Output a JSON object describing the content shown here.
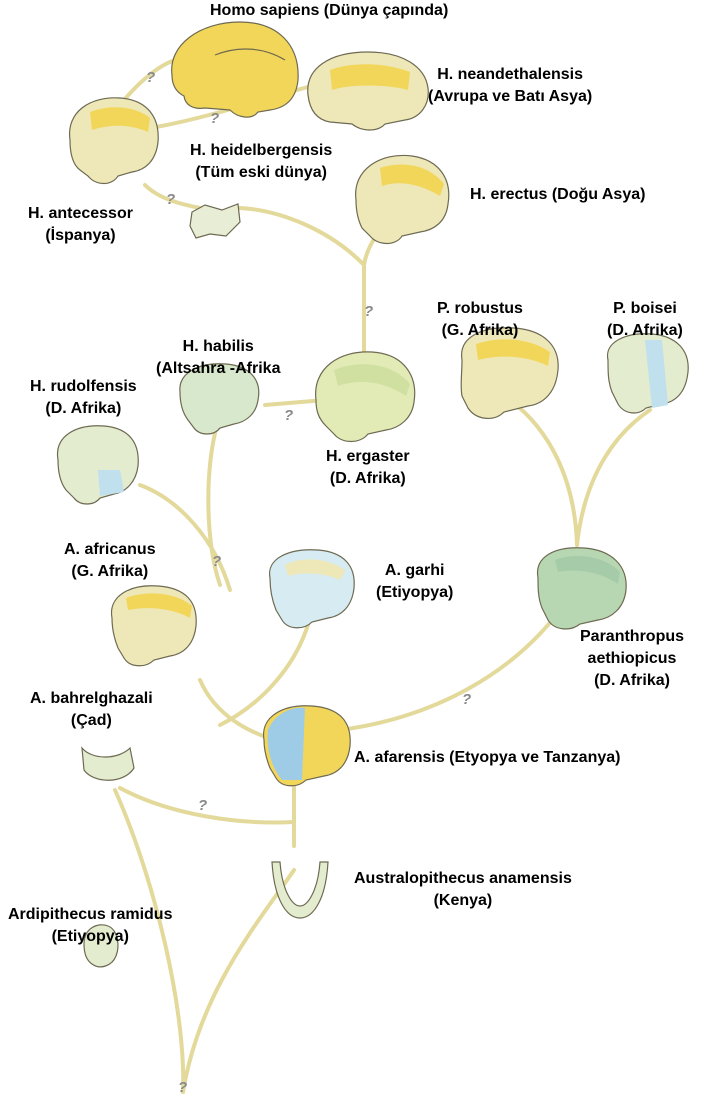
{
  "colors": {
    "branch": "#e3d99a",
    "skull_yellow": "#f2d65a",
    "skull_cream": "#eee8b8",
    "skull_blue": "#bfe0ec",
    "skull_green": "#b7d7b2",
    "outline": "#6e6a52"
  },
  "question_mark": "?",
  "species": {
    "homo_sapiens": {
      "line1": "Homo sapiens (Dünya çapında)"
    },
    "neanderthalensis": {
      "line1": "H. neandethalensis",
      "line2": "(Avrupa ve Batı Asya)"
    },
    "heidelbergensis": {
      "line1": "H. heidelbergensis",
      "line2": "(Tüm eski dünya)"
    },
    "antecessor": {
      "line1": "H. antecessor",
      "line2": "(İspanya)"
    },
    "erectus": {
      "line1": "H. erectus (Doğu Asya)"
    },
    "robustus": {
      "line1": "P. robustus",
      "line2": "(G. Afrika)"
    },
    "boisei": {
      "line1": "P. boisei",
      "line2": "(D. Afrika)"
    },
    "habilis": {
      "line1": "H. habilis",
      "line2": "(Altsahra -Afrika"
    },
    "rudolfensis": {
      "line1": "H. rudolfensis",
      "line2": "(D. Afrika)"
    },
    "ergaster": {
      "line1": "H. ergaster",
      "line2": "(D. Afrika)"
    },
    "africanus": {
      "line1": "A. africanus",
      "line2": "(G. Afrika)"
    },
    "garhi": {
      "line1": "A. garhi",
      "line2": "(Etiyopya)"
    },
    "aethiopicus": {
      "line1": "Paranthropus",
      "line2": "aethiopicus",
      "line3": "(D. Afrika)"
    },
    "bahrelghazali": {
      "line1": "A. bahrelghazali",
      "line2": "(Çad)"
    },
    "afarensis": {
      "line1": "A. afarensis (Etyopya ve Tanzanya)"
    },
    "anamensis": {
      "line1": "Australopithecus anamensis",
      "line2": "(Kenya)"
    },
    "ramidus": {
      "line1": "Ardipithecus ramidus",
      "line2": "(Etiyopya)"
    }
  }
}
